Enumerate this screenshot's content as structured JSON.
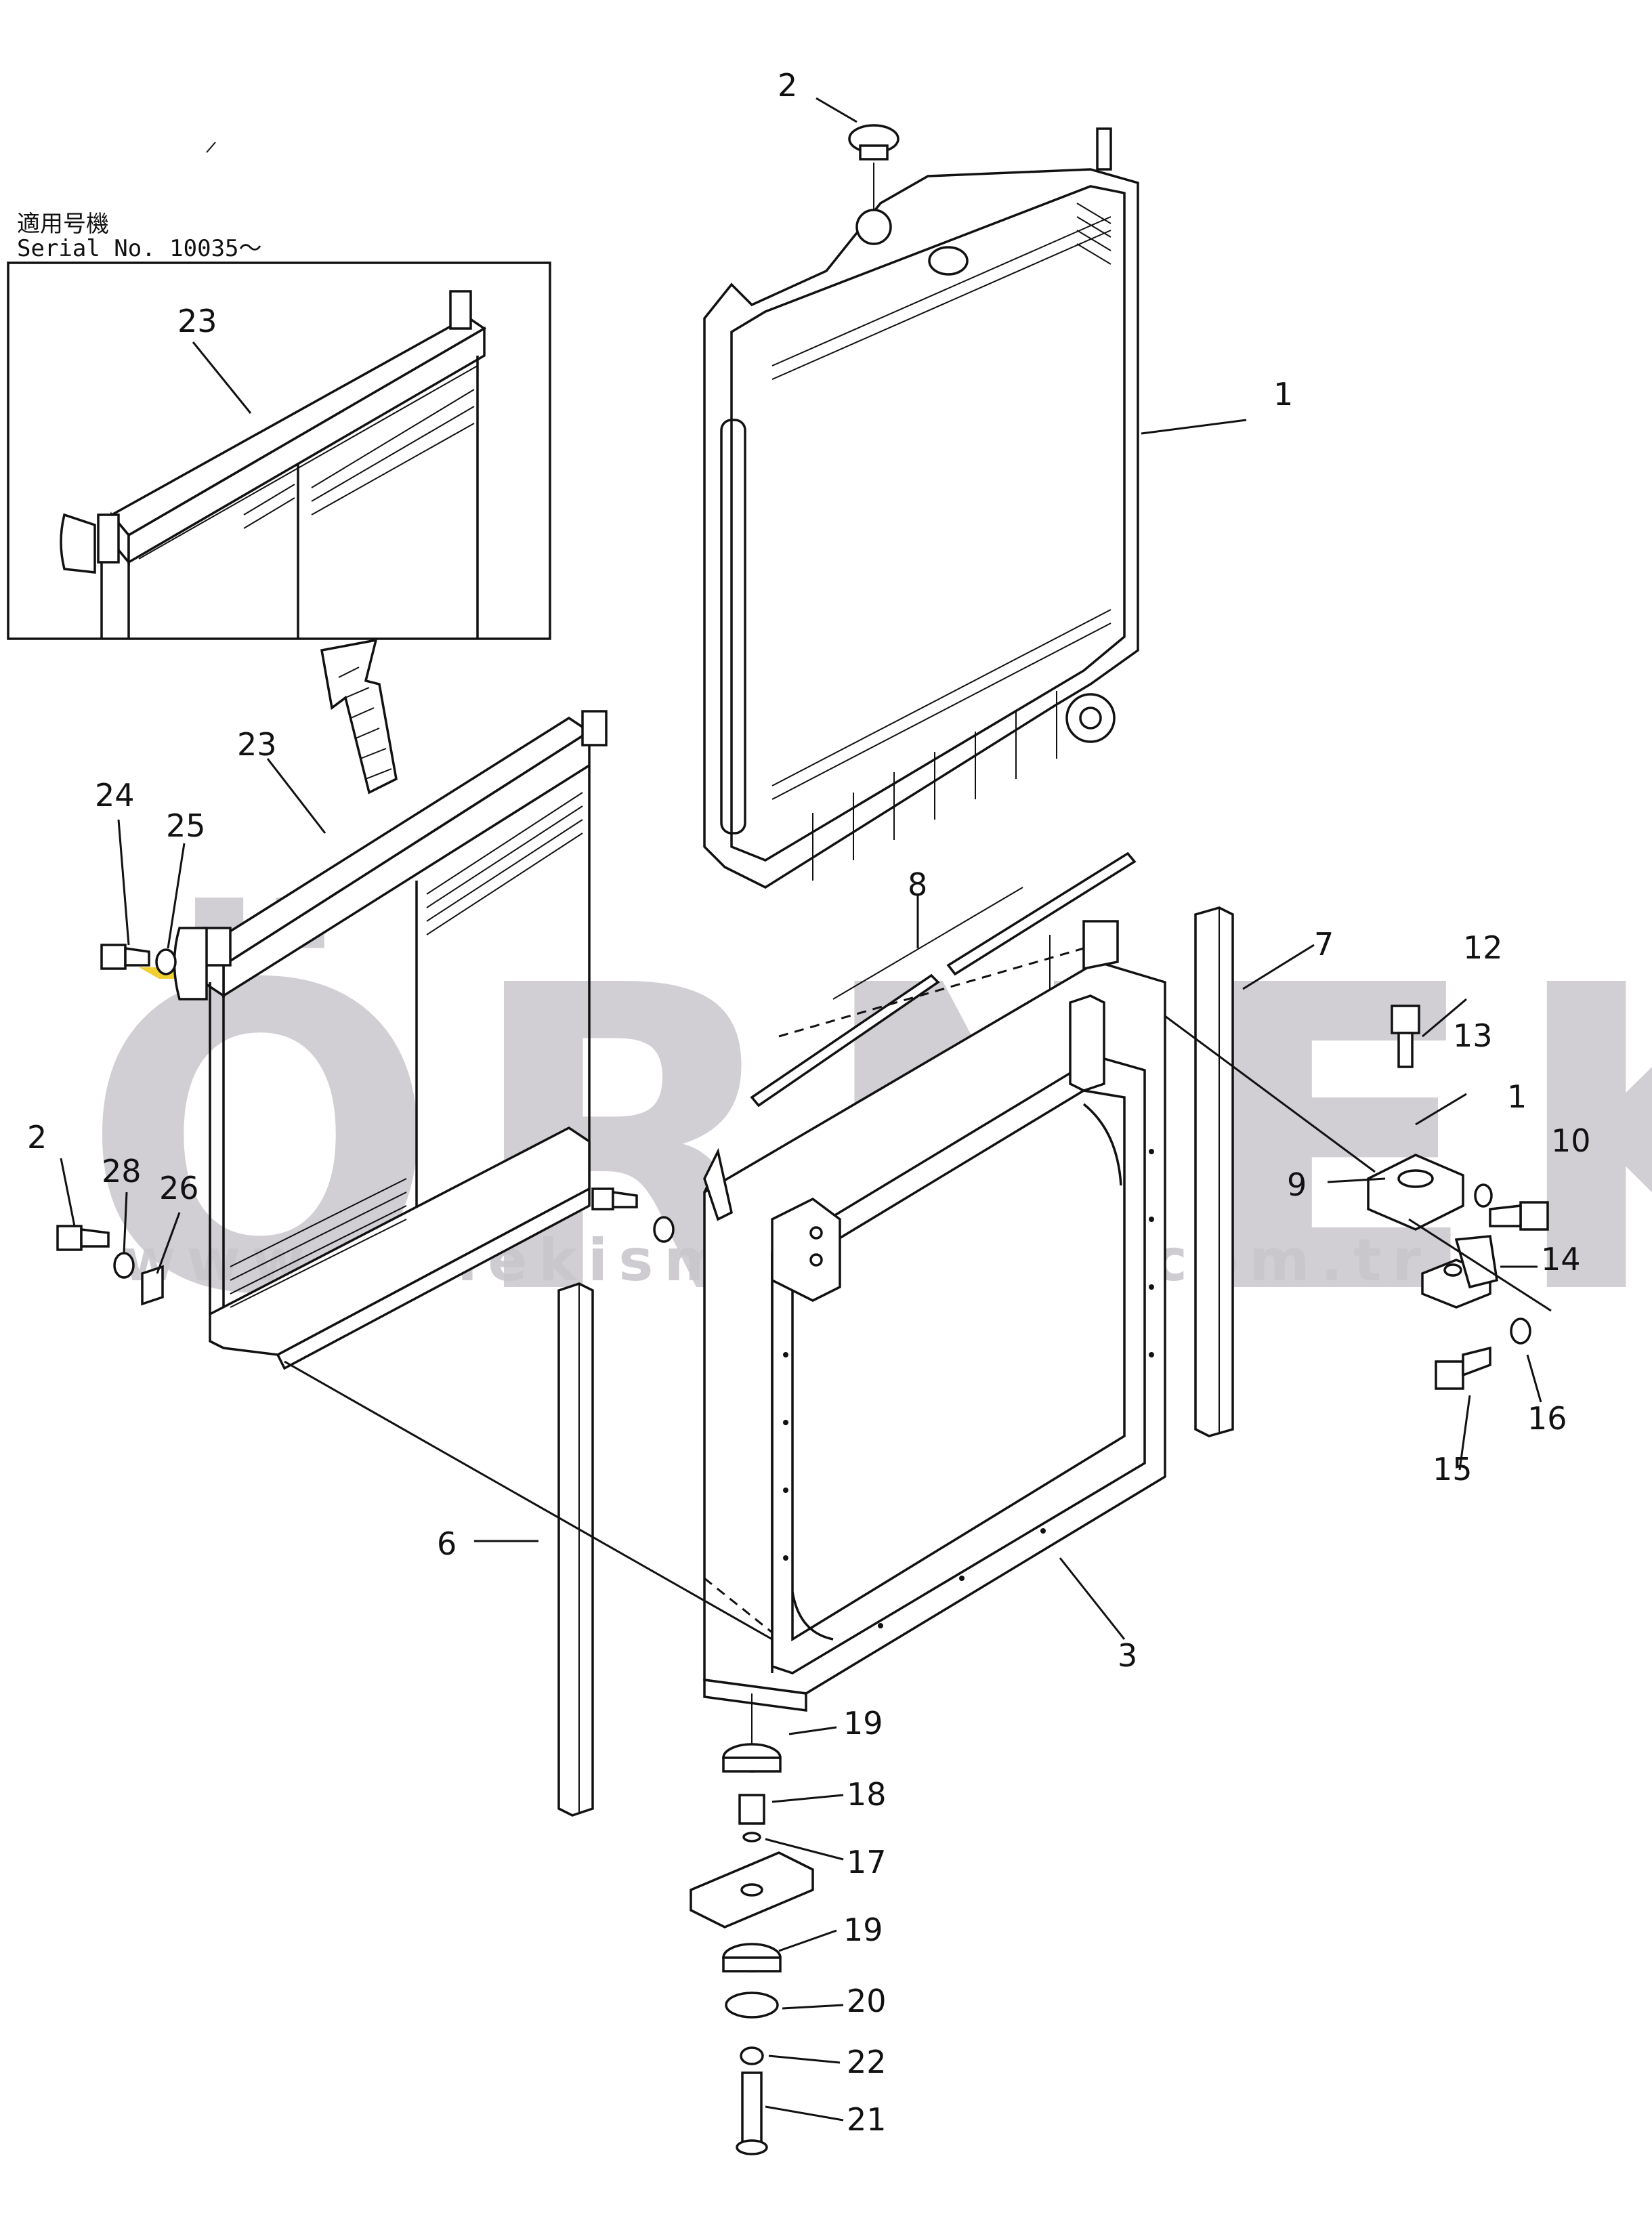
{
  "inset": {
    "header_jp": "適用号機",
    "header_serial": "Serial  No. 10035～",
    "label": "23"
  },
  "watermark": {
    "brand": "ÖRNEK",
    "url": "www.ornekismakinalari.com.tr",
    "brand_color": "#c9c7cc",
    "accent_color": "#f0d030"
  },
  "callouts": {
    "c1": "1",
    "c2": "2",
    "c3": "3",
    "c6": "6",
    "c7": "7",
    "c8": "8",
    "c9": "9",
    "c12": "12",
    "c13": "13",
    "c14": "14",
    "c15": "15",
    "c16": "16",
    "c17": "17",
    "c18": "18",
    "c19a": "19",
    "c19b": "19",
    "c20": "20",
    "c21": "21",
    "c22": "22",
    "c23": "23",
    "c24": "24",
    "c25": "25",
    "c26": "26",
    "c28": "28",
    "c2left": "2",
    "c10": "10",
    "c11": "1"
  }
}
